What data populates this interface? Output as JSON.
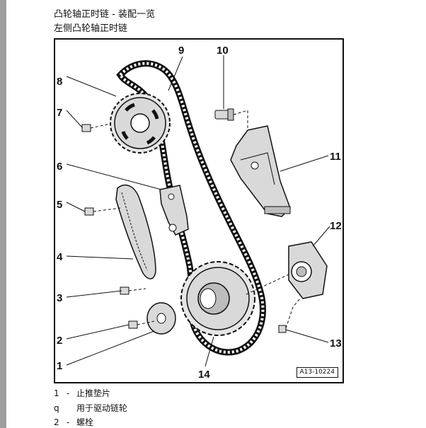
{
  "page": {
    "title": "凸轮轴正时链 - 装配一览",
    "subtitle": "左侧凸轮轴正时链"
  },
  "figure": {
    "reference": "A13-10224",
    "callouts": {
      "c1": "1",
      "c2": "2",
      "c3": "3",
      "c4": "4",
      "c5": "5",
      "c6": "6",
      "c7": "7",
      "c8": "8",
      "c9": "9",
      "c10": "10",
      "c11": "11",
      "c12": "12",
      "c13": "13",
      "c14": "14"
    }
  },
  "legend": [
    {
      "num": "1",
      "sep": "-",
      "text": "止推垫片"
    },
    {
      "num": "q",
      "sep": "",
      "text": "用于驱动链轮"
    },
    {
      "num": "2",
      "sep": "-",
      "text": "螺栓"
    }
  ],
  "colors": {
    "sidebar": "#9e9e9e",
    "ink": "#111111",
    "part_fill": "#d9d9d9"
  }
}
